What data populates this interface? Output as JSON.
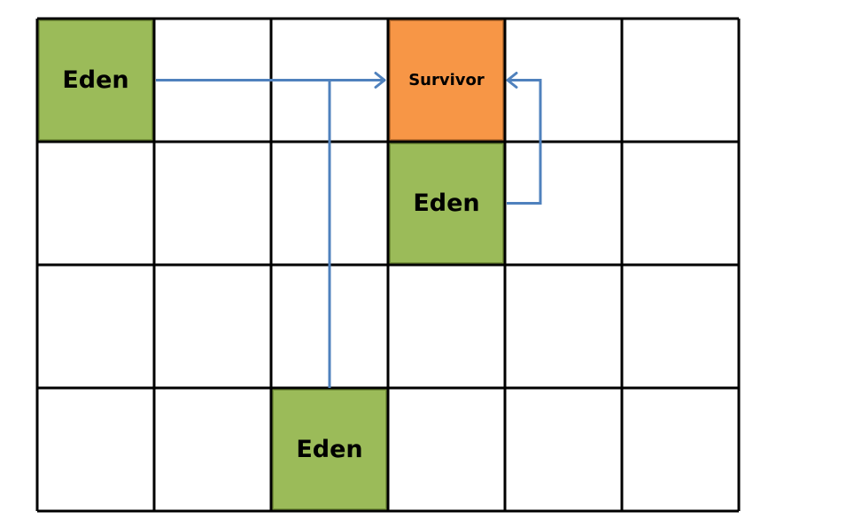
{
  "grid": {
    "rows": 4,
    "cols": 6,
    "line_color": "#000000"
  },
  "region_colors": {
    "eden": "#9BBB59",
    "eden_border": "#77933C",
    "survivor": "#F79646",
    "survivor_border": "#C0712F",
    "arrow": "#4F81BD"
  },
  "regions": [
    {
      "id": "eden-1",
      "type": "eden",
      "label": "Eden",
      "row": 0,
      "col": 0
    },
    {
      "id": "survivor",
      "type": "survivor",
      "label": "Survivor",
      "row": 0,
      "col": 3
    },
    {
      "id": "eden-2",
      "type": "eden",
      "label": "Eden",
      "row": 1,
      "col": 3
    },
    {
      "id": "eden-3",
      "type": "eden",
      "label": "Eden",
      "row": 3,
      "col": 2
    }
  ],
  "arrows": [
    {
      "from": "eden-1",
      "to": "survivor"
    },
    {
      "from": "eden-2",
      "to": "survivor"
    },
    {
      "from": "eden-3",
      "to": "survivor"
    }
  ]
}
